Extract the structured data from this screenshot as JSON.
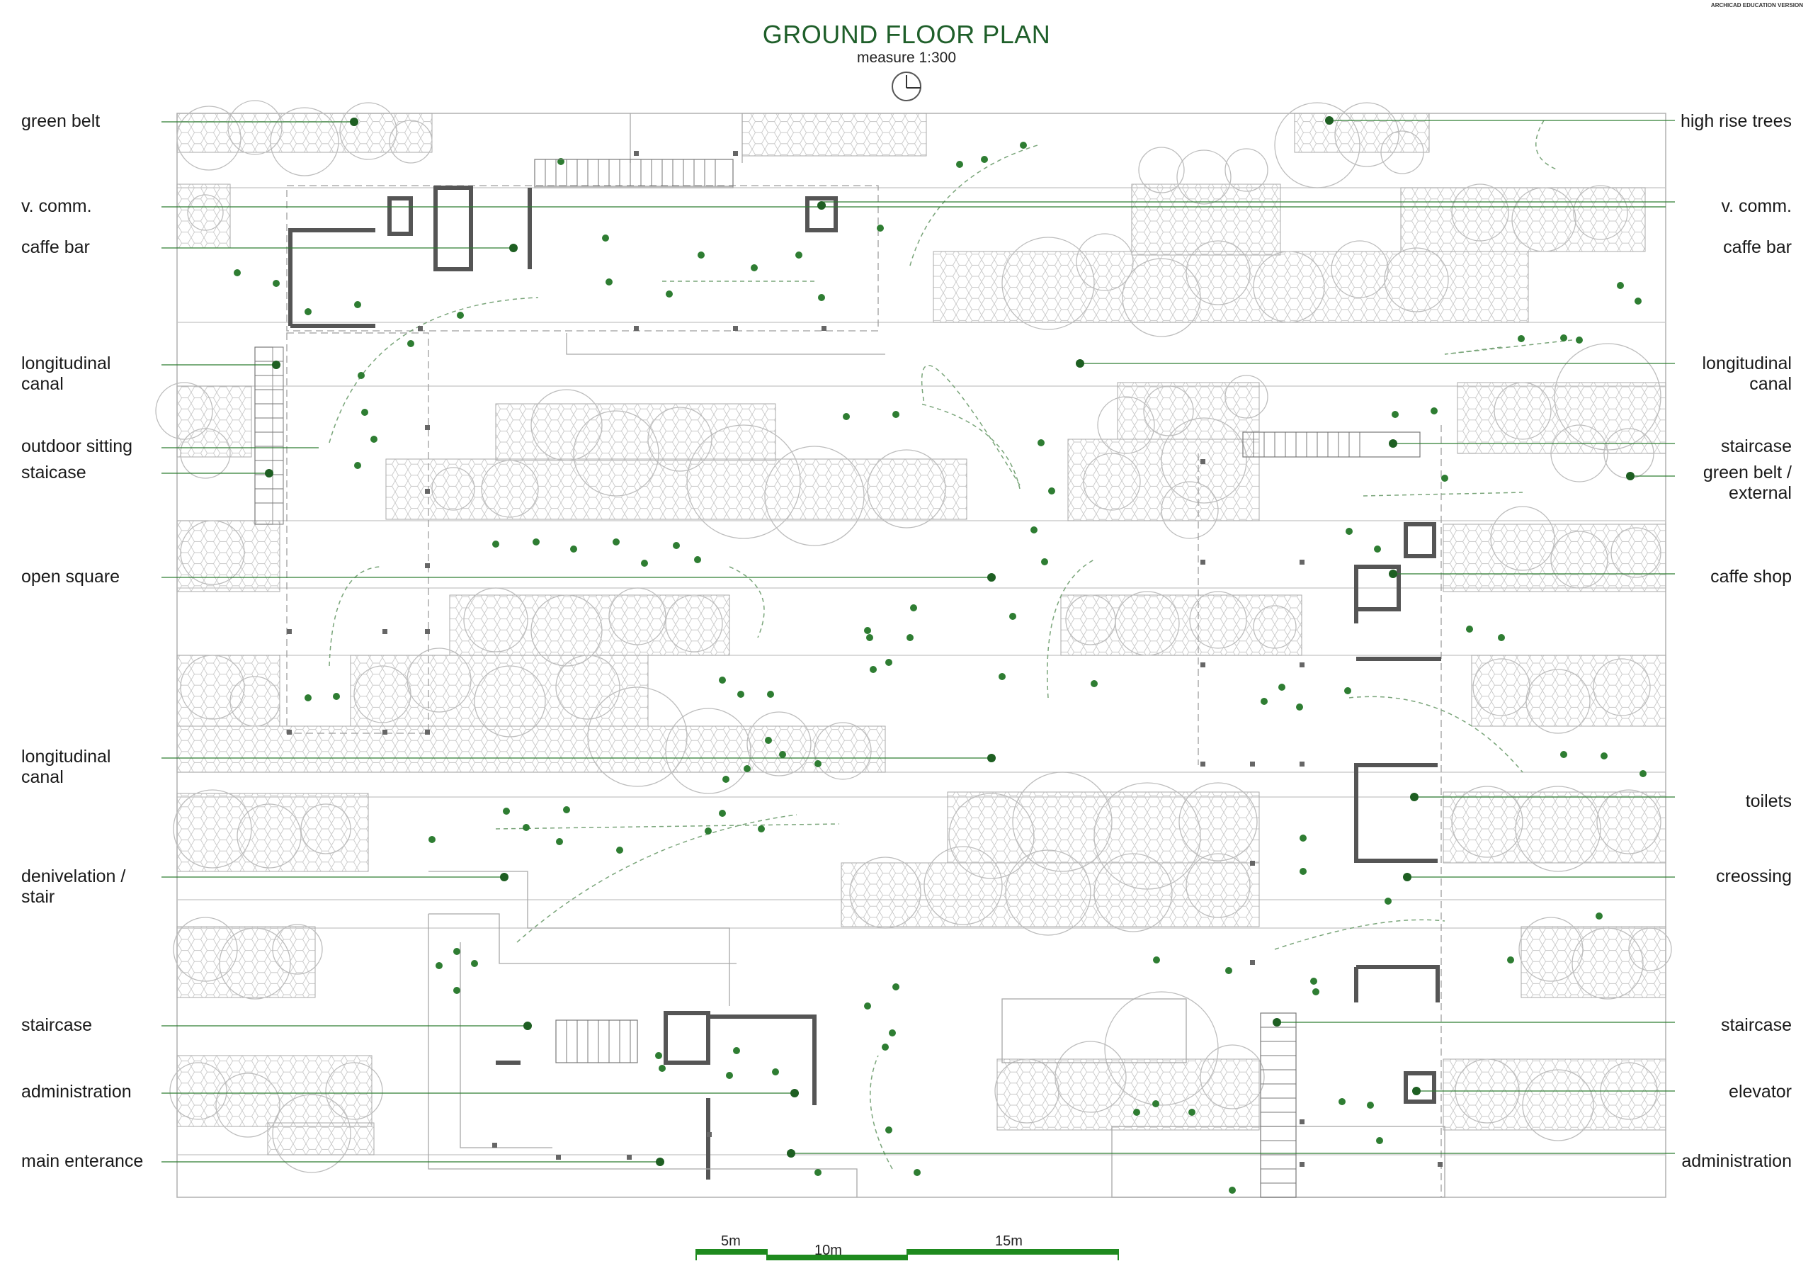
{
  "header": {
    "title": "GROUND FLOOR PLAN",
    "subtitle": "measure 1:300",
    "watermark": "ARCHICAD EDUCATION VERSION"
  },
  "labels_left": [
    {
      "id": "green-belt",
      "lines": [
        "green belt"
      ]
    },
    {
      "id": "v-comm",
      "lines": [
        "v. comm."
      ]
    },
    {
      "id": "caffe-bar",
      "lines": [
        "caffe bar"
      ]
    },
    {
      "id": "longitudinal-canal-1",
      "lines": [
        "longitudinal",
        "canal"
      ]
    },
    {
      "id": "outdoor-sitting",
      "lines": [
        "outdoor sitting"
      ]
    },
    {
      "id": "staicase",
      "lines": [
        "staicase"
      ]
    },
    {
      "id": "open-square",
      "lines": [
        "open square"
      ]
    },
    {
      "id": "longitudinal-canal-2",
      "lines": [
        "longitudinal",
        "canal"
      ]
    },
    {
      "id": "denivelation-stair",
      "lines": [
        "denivelation /",
        "stair"
      ]
    },
    {
      "id": "staircase",
      "lines": [
        "staircase"
      ]
    },
    {
      "id": "administration",
      "lines": [
        "administration"
      ]
    },
    {
      "id": "main-enterance",
      "lines": [
        "main enterance"
      ]
    }
  ],
  "labels_right": [
    {
      "id": "high-rise-trees",
      "lines": [
        "high rise trees"
      ]
    },
    {
      "id": "v-comm",
      "lines": [
        "v. comm."
      ]
    },
    {
      "id": "caffe-bar",
      "lines": [
        "caffe bar"
      ]
    },
    {
      "id": "longitudinal-canal",
      "lines": [
        "longitudinal",
        "canal"
      ]
    },
    {
      "id": "staircase-1",
      "lines": [
        "staircase"
      ]
    },
    {
      "id": "green-belt-external",
      "lines": [
        "green belt /",
        "external"
      ]
    },
    {
      "id": "caffe-shop",
      "lines": [
        "caffe shop"
      ]
    },
    {
      "id": "toilets",
      "lines": [
        "toilets"
      ]
    },
    {
      "id": "creossing",
      "lines": [
        "creossing"
      ]
    },
    {
      "id": "staircase-2",
      "lines": [
        "staircase"
      ]
    },
    {
      "id": "elevator",
      "lines": [
        "elevator"
      ]
    },
    {
      "id": "administration",
      "lines": [
        "administration"
      ]
    }
  ],
  "scale_bar": {
    "labels": [
      "5m",
      "10m",
      "15m"
    ],
    "color": "#1e8a1e"
  },
  "colors": {
    "accent": "#1f5f2a",
    "leader": "#2e7d32",
    "plan_line": "#9a9a9a",
    "wall": "#555555"
  }
}
